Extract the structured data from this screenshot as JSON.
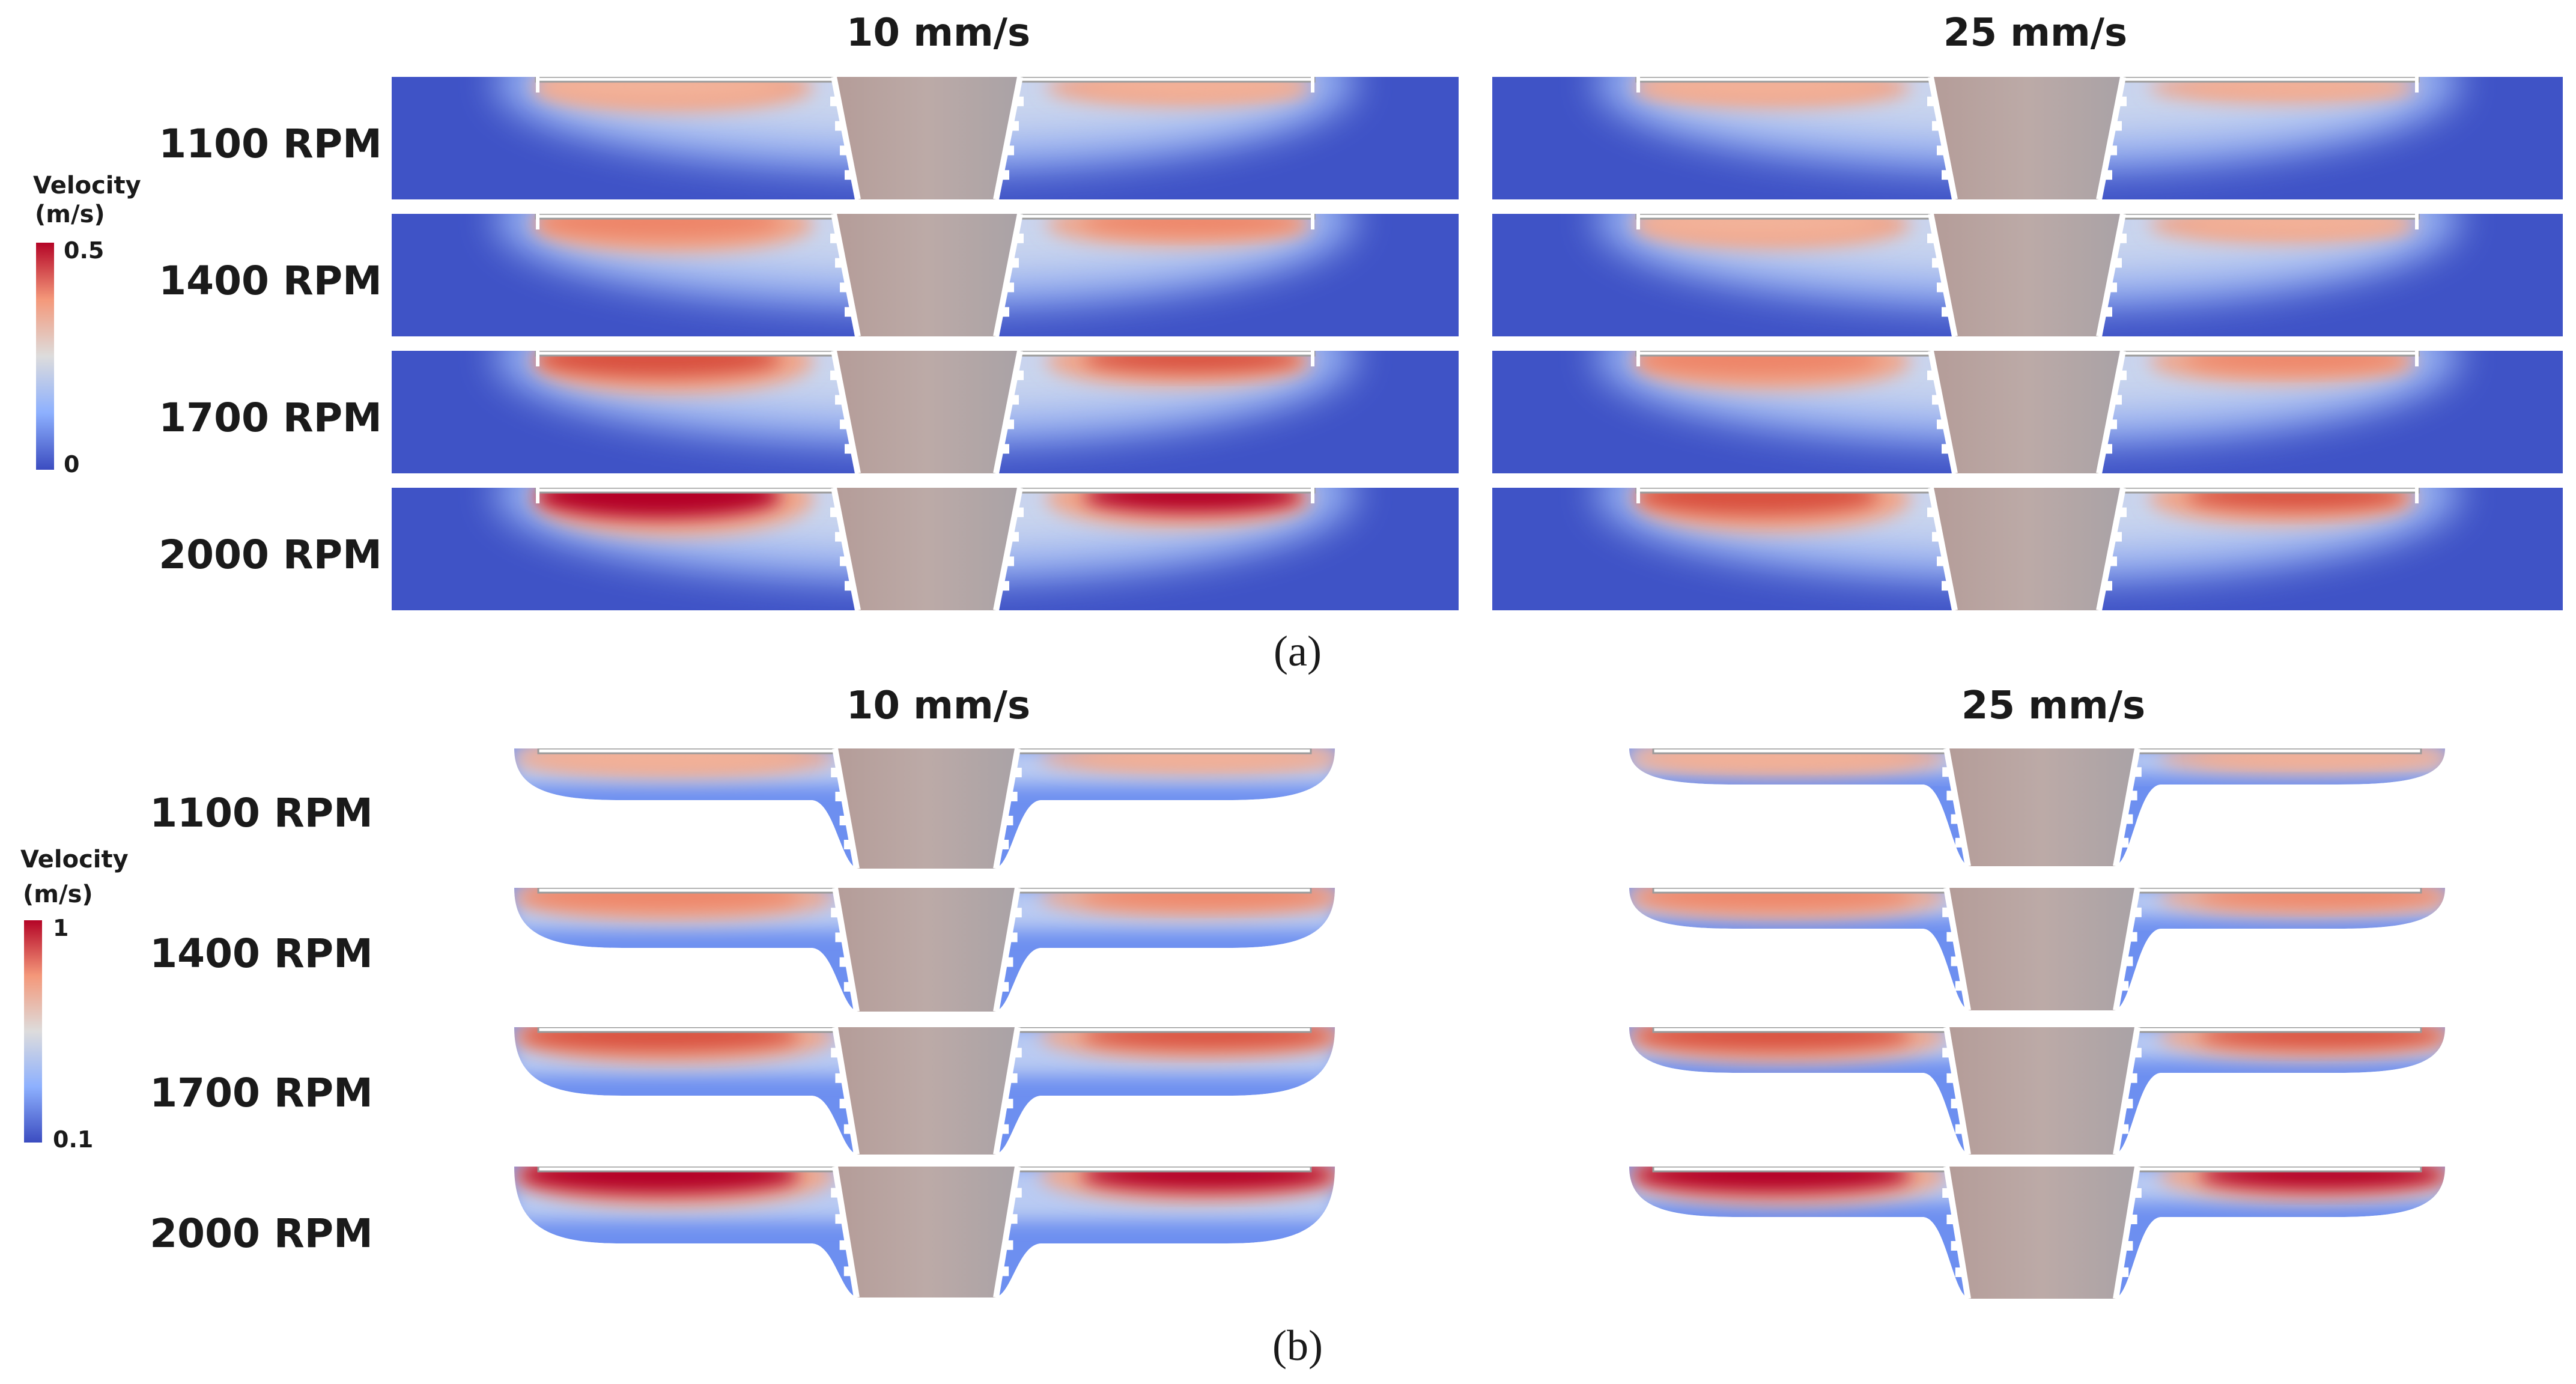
{
  "figure": {
    "columns": [
      "10 mm/s",
      "25 mm/s"
    ],
    "rows": [
      "1100 RPM",
      "1400 RPM",
      "1700 RPM",
      "2000 RPM"
    ],
    "panel_a": {
      "caption": "(a)",
      "legend": {
        "title_line1": "Velocity",
        "title_line2": "(m/s)",
        "max": "0.5",
        "min": "0"
      }
    },
    "panel_b": {
      "caption": "(b)",
      "legend": {
        "title_line1": "Velocity",
        "title_line2": "(m/s)",
        "max": "1",
        "min": "0.1"
      }
    },
    "colors": {
      "low": "#3b4cc0",
      "mid": "#dcdddd",
      "high": "#b40426",
      "tool": "#b8a7a4",
      "plate": "#ffffff"
    },
    "intensity": {
      "panel_a": {
        "10 mm/s": [
          0.45,
          0.6,
          0.75,
          0.95
        ],
        "25 mm/s": [
          0.3,
          0.45,
          0.6,
          0.8
        ]
      },
      "panel_b": {
        "10 mm/s": [
          0.4,
          0.6,
          0.8,
          1.0
        ],
        "25 mm/s": [
          0.35,
          0.55,
          0.75,
          0.9
        ]
      }
    }
  }
}
